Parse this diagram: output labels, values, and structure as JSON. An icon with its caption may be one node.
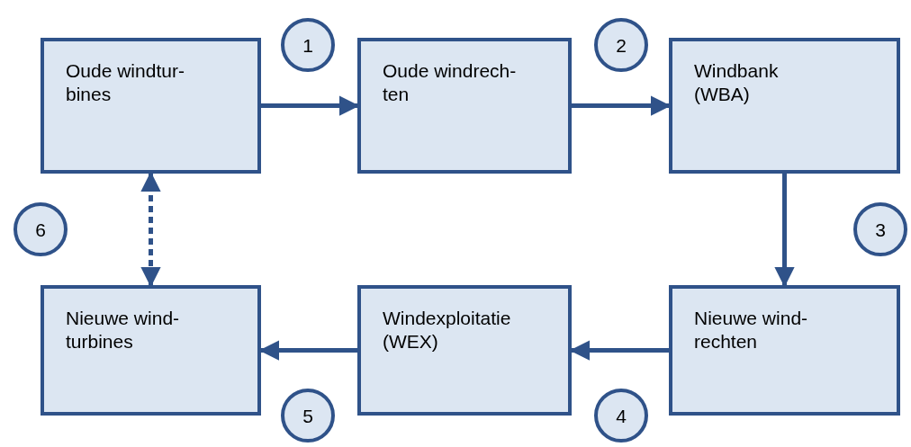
{
  "diagram": {
    "nodes": [
      {
        "text": [
          "Oude windtur- bines"
        ]
      },
      {
        "text": [
          "Oude windrech- ten"
        ]
      },
      {
        "text": [
          "Windbank (WBA)"
        ]
      },
      {
        "text": [
          "Nieuwe wind- rechten"
        ]
      },
      {
        "text": [
          "Windexploitatie (WEX)"
        ]
      },
      {
        "text": [
          "Nieuwe wind- turbines"
        ]
      },
      {
        "text": [
          "1"
        ]
      },
      {
        "text": [
          "2"
        ]
      },
      {
        "text": [
          "3"
        ]
      },
      {
        "text": [
          "4"
        ]
      },
      {
        "text": [
          "5"
        ]
      },
      {
        "text": [
          "6"
        ]
      }
    ],
    "edges": [
      {
        "from": 0,
        "to": 1,
        "arrow": "to"
      },
      {
        "from": 1,
        "to": 2,
        "arrow": "to"
      },
      {
        "from": 2,
        "to": 3,
        "arrow": "to"
      },
      {
        "from": 3,
        "to": 4,
        "arrow": "to"
      },
      {
        "from": 4,
        "to": 5,
        "arrow": "to"
      },
      {
        "from": 0,
        "to": 5,
        "arrow": "both",
        "style": "dashed"
      }
    ]
  }
}
